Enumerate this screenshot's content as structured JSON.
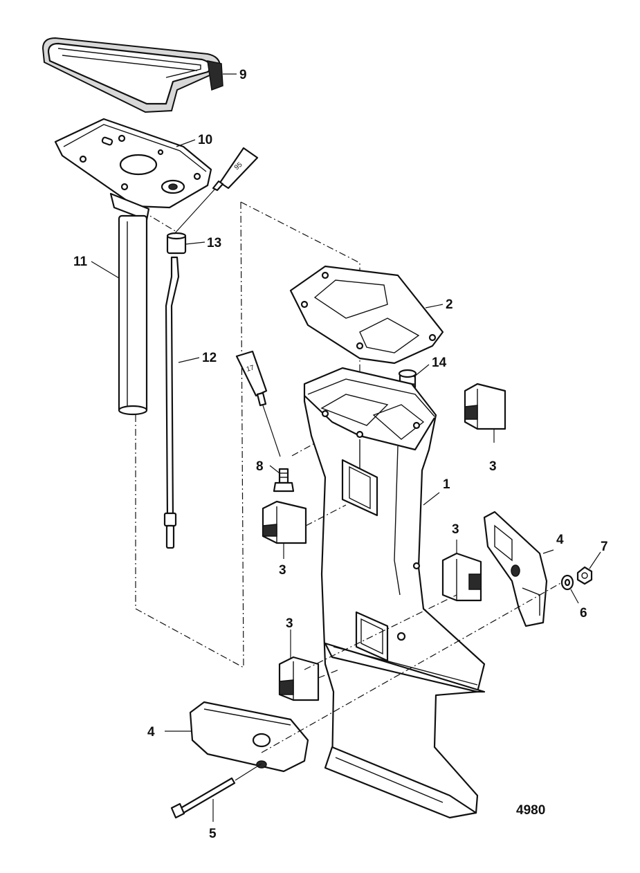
{
  "callouts": {
    "c1": "1",
    "c2": "2",
    "c3a": "3",
    "c3b": "3",
    "c3c": "3",
    "c3d": "3",
    "c4a": "4",
    "c4b": "4",
    "c5": "5",
    "c6": "6",
    "c7": "7",
    "c8": "8",
    "c9": "9",
    "c10": "10",
    "c11": "11",
    "c12": "12",
    "c13": "13",
    "c14": "14"
  },
  "tubes": {
    "tube_95": "95",
    "tube_17": "17"
  },
  "figure_number": "4980"
}
